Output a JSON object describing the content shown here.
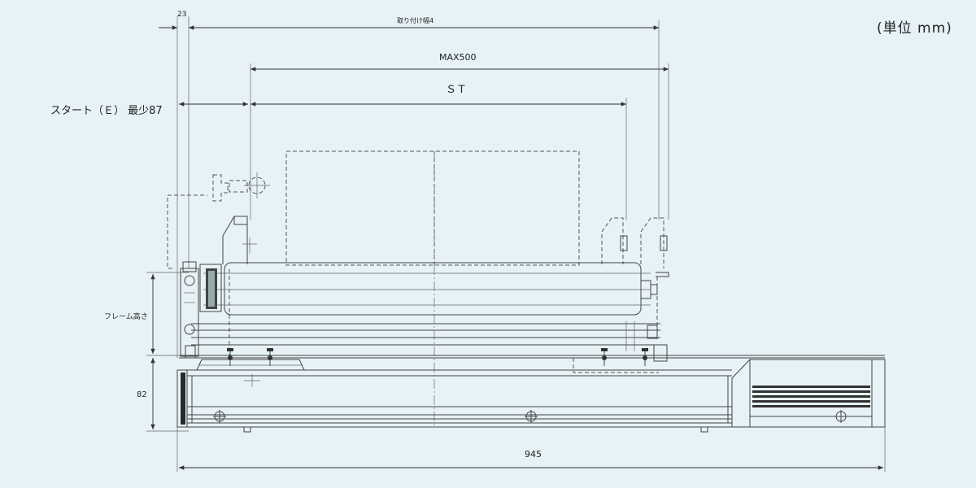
{
  "drawing": {
    "unit_label": "(単位 mm)",
    "dimensions": {
      "top_small": "23",
      "mounting_pitch": "取り付け幅4",
      "max_stroke": "MAX500",
      "stroke": "ＳＴ",
      "start_label": "スタート（Ｅ） 最少87",
      "frame_height": "フレーム高さ",
      "base_height": "82",
      "total_length": "945"
    }
  }
}
